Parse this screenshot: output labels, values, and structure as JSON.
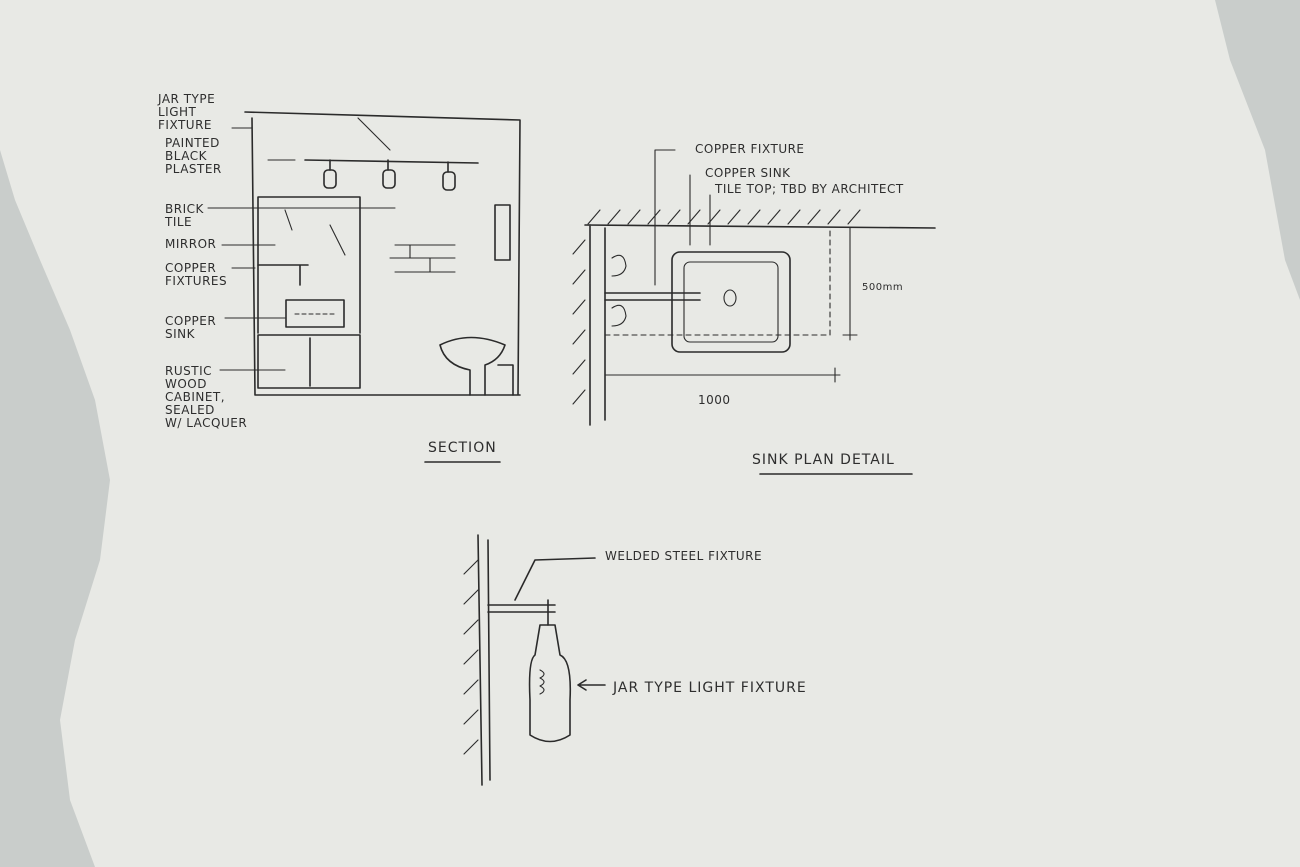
{
  "section": {
    "title": "SECTION",
    "labels": [
      [
        "JAR TYPE",
        "LIGHT",
        "FIXTURE"
      ],
      [
        "PAINTED",
        "BLACK",
        "PLASTER"
      ],
      [
        "BRICK",
        "TILE"
      ],
      [
        "MIRROR"
      ],
      [
        "COPPER",
        "FIXTURES"
      ],
      [
        "COPPER",
        "SINK"
      ],
      [
        "RUSTIC",
        "WOOD",
        "CABINET,",
        "SEALED",
        "W/ LACQUER"
      ]
    ]
  },
  "sink_plan": {
    "title": "SINK PLAN DETAIL",
    "labels": [
      "COPPER FIXTURE",
      "COPPER SINK",
      "TILE TOP; TBD BY ARCHITECT"
    ],
    "dim_depth": "500mm",
    "dim_width": "1000"
  },
  "fixture_detail": {
    "labels": [
      "WELDED STEEL FIXTURE",
      "JAR TYPE LIGHT FIXTURE"
    ]
  },
  "colors": {
    "paper": "#e9eae6",
    "ink": "#2b2b2b",
    "background": "#c9cdcb"
  }
}
